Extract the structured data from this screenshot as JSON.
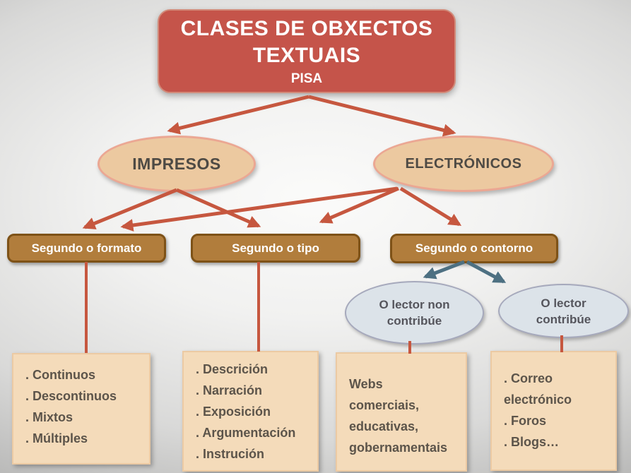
{
  "diagram": {
    "title": {
      "line1": "CLASES DE OBXECTOS",
      "line2": "TEXTUAIS",
      "subtitle": "PISA"
    },
    "level2": [
      {
        "id": "impresos",
        "label": "IMPRESOS"
      },
      {
        "id": "electronicos",
        "label": "ELECTRÓNICOS"
      }
    ],
    "level3": [
      {
        "id": "segundo-o-formato",
        "label": "Segundo o formato"
      },
      {
        "id": "segundo-o-tipo",
        "label": "Segundo o tipo"
      },
      {
        "id": "segundo-o-contorno",
        "label": "Segundo o contorno"
      }
    ],
    "level4": [
      {
        "id": "o-lector-non-contribue",
        "line1": "O lector non",
        "line2": "contribúe"
      },
      {
        "id": "o-lector-contribue",
        "line1": "O lector",
        "line2": "contribúe"
      }
    ],
    "leaf_boxes": [
      {
        "id": "leaf-formato",
        "items": [
          ". Continuos",
          ". Descontinuos",
          ". Mixtos",
          ". Múltiples"
        ]
      },
      {
        "id": "leaf-tipo",
        "items": [
          ". Descrición",
          ". Narración",
          ". Exposición",
          ". Argumentación",
          ". Instrución"
        ]
      },
      {
        "id": "leaf-non-contribue",
        "items": [
          "Webs",
          "comerciais,",
          "educativas,",
          "gobernamentais"
        ]
      },
      {
        "id": "leaf-contribue",
        "items": [
          ". Correo",
          "electrónico",
          ". Foros",
          ". Blogs…"
        ]
      }
    ],
    "edges": [
      {
        "from": "title",
        "to": "impresos",
        "color": "orange",
        "arrow": true
      },
      {
        "from": "title",
        "to": "electronicos",
        "color": "orange",
        "arrow": true
      },
      {
        "from": "impresos",
        "to": "segundo-o-formato",
        "color": "orange",
        "arrow": true
      },
      {
        "from": "impresos",
        "to": "segundo-o-tipo",
        "color": "orange",
        "arrow": true
      },
      {
        "from": "electronicos",
        "to": "segundo-o-formato",
        "color": "orange",
        "arrow": true
      },
      {
        "from": "electronicos",
        "to": "segundo-o-tipo",
        "color": "orange",
        "arrow": true
      },
      {
        "from": "electronicos",
        "to": "segundo-o-contorno",
        "color": "orange",
        "arrow": true
      },
      {
        "from": "segundo-o-contorno",
        "to": "o-lector-non-contribue",
        "color": "teal",
        "arrow": true
      },
      {
        "from": "segundo-o-contorno",
        "to": "o-lector-contribue",
        "color": "teal",
        "arrow": true
      },
      {
        "from": "segundo-o-formato",
        "to": "leaf-formato",
        "color": "orange",
        "arrow": false
      },
      {
        "from": "segundo-o-tipo",
        "to": "leaf-tipo",
        "color": "orange",
        "arrow": false
      },
      {
        "from": "o-lector-non-contribue",
        "to": "leaf-non-contribue",
        "color": "orange",
        "arrow": false
      },
      {
        "from": "o-lector-contribue",
        "to": "leaf-contribue",
        "color": "orange",
        "arrow": false
      }
    ],
    "colors": {
      "background_center": "#fafaf9",
      "background_edge": "#a0a0a0",
      "title_fill": "#c5544a",
      "title_border": "#d28b7a",
      "title_text": "#ffffff",
      "oval_fill": "#ecc9a0",
      "oval_border": "#eba793",
      "oval_text": "#4e4a44",
      "bar_fill": "#b17d3c",
      "bar_border": "#7e5217",
      "bar_text": "#ffffff",
      "blue_oval_fill": "#dce3e9",
      "blue_oval_border": "#a6a9bc",
      "blue_oval_text": "#55555c",
      "leaf_fill": "#f4dbba",
      "leaf_border": "#eccaa3",
      "leaf_text": "#5c544a",
      "arrow_orange": "#c6573f",
      "arrow_teal": "#4d7082"
    }
  }
}
